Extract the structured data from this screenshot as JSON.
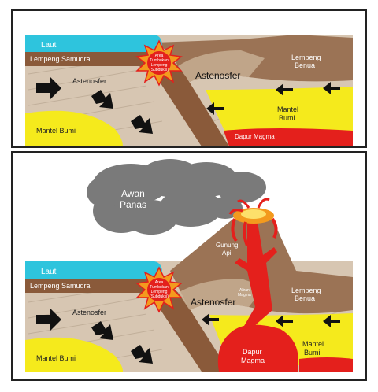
{
  "colors": {
    "sea": "#2ec4dd",
    "oceanic_plate": "#8a5a3a",
    "continental_plate": "#9b7355",
    "asthenosphere": "#d7c6b2",
    "mantle": "#f5ea1c",
    "magma": "#e4201c",
    "cloud": "#7a7a7a",
    "collision_burst": "#f39a1e"
  },
  "icons": [
    "arrow-right-icon",
    "arrow-down-right-icon",
    "arrow-left-icon",
    "collision-burst-icon",
    "volcano-crater-icon"
  ],
  "top": {
    "laut": "Laut",
    "lempeng_samudra": "Lempeng Samudra",
    "asenofer_left": "Astenosfer",
    "mantel_left": "Mantel Bumi",
    "asenofer_right": "Astenosfer",
    "lempeng_benua_1": "Lempeng",
    "lempeng_benua_2": "Benua",
    "mantel_right_1": "Mantel",
    "mantel_right_2": "Bumi",
    "dapur_magma": "Dapur Magma",
    "collision_1": "Area",
    "collision_2": "Tumbukan",
    "collision_3": "Lempeng",
    "collision_4": "(Subduksi)"
  },
  "bottom": {
    "awan_1": "Awan",
    "awan_2": "Panas",
    "gunung_1": "Gunung",
    "gunung_2": "Api",
    "aliran_1": "Aliran",
    "aliran_2": "Magma",
    "laut": "Laut",
    "lempeng_samudra": "Lempeng Samudra",
    "asenofer_left": "Astenosfer",
    "mantel_left": "Mantel Bumi",
    "asenofer_right": "Astenosfer",
    "lempeng_benua_1": "Lempeng",
    "lempeng_benua_2": "Benua",
    "mantel_right_1": "Mantel",
    "mantel_right_2": "Bumi",
    "dapur_1": "Dapur",
    "dapur_2": "Magma",
    "collision_1": "Area",
    "collision_2": "Tumbukan",
    "collision_3": "Lempeng",
    "collision_4": "(Subduksi)"
  }
}
